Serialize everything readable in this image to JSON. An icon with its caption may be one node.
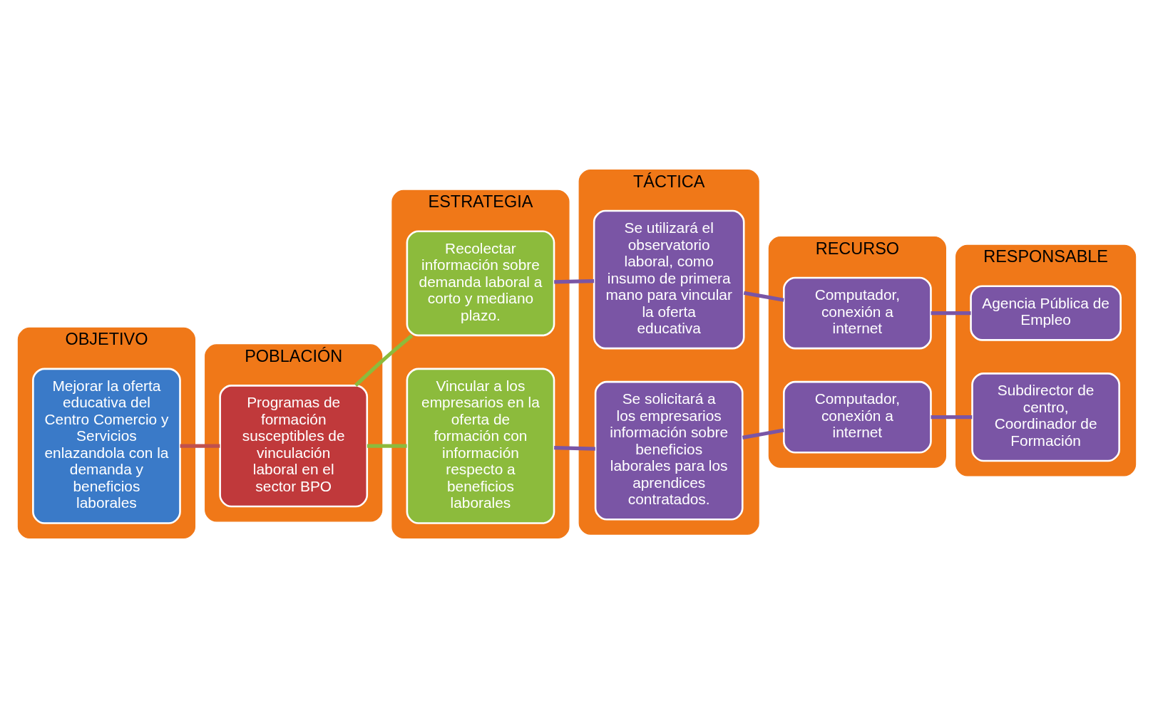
{
  "diagram": {
    "nodes": [
      {
        "text": [
          "OBJETIVO"
        ]
      },
      {
        "text": [
          "Mejorar la oferta educativa del Centro Comercio y Servicios enlazandola con la demanda y beneficios laborales"
        ],
        "in": 0
      },
      {
        "text": [
          "POBLACIÓN"
        ]
      },
      {
        "text": [
          "Programas de formación susceptibles de vinculación laboral en el sector BPO"
        ],
        "in": 2
      },
      {
        "text": [
          "ESTRATEGIA"
        ]
      },
      {
        "text": [
          "Recolectar información sobre demanda laboral a corto y mediano plazo."
        ],
        "in": 4
      },
      {
        "text": [
          "Vincular a los empresarios en la oferta de formación con información respecto a beneficios laborales"
        ],
        "in": 4
      },
      {
        "text": [
          "TÁCTICA"
        ]
      },
      {
        "text": [
          "Se utilizará el observatorio laboral, como insumo de primera mano para vincular la oferta educativa"
        ],
        "in": 7
      },
      {
        "text": [
          "Se solicitará a los empresarios información sobre beneficios laborales para los aprendices contratados."
        ],
        "in": 7
      },
      {
        "text": [
          "RECURSO"
        ]
      },
      {
        "text": [
          "Computador, conexión a internet"
        ],
        "in": 10
      },
      {
        "text": [
          "Computador, conexión a internet"
        ],
        "in": 10
      },
      {
        "text": [
          "RESPONSABLE"
        ]
      },
      {
        "text": [
          "Agencia Pública de Empleo"
        ],
        "in": 13
      },
      {
        "text": [
          "Subdirector de centro, Coordinador de Formación"
        ],
        "in": 13
      }
    ],
    "edges": [
      {
        "from": 1,
        "to": 3,
        "arrow": "none",
        "color": "#c0504d"
      },
      {
        "from": 3,
        "to": 5,
        "arrow": "none",
        "color": "#8cbb3c"
      },
      {
        "from": 3,
        "to": 6,
        "arrow": "none",
        "color": "#8cbb3c"
      },
      {
        "from": 5,
        "to": 8,
        "arrow": "none"
      },
      {
        "from": 8,
        "to": 11,
        "arrow": "none"
      },
      {
        "from": 11,
        "to": 14,
        "arrow": "none"
      },
      {
        "from": 6,
        "to": 9,
        "arrow": "none"
      },
      {
        "from": 9,
        "to": 12,
        "arrow": "none"
      },
      {
        "from": 12,
        "to": 15,
        "arrow": "none"
      }
    ]
  }
}
